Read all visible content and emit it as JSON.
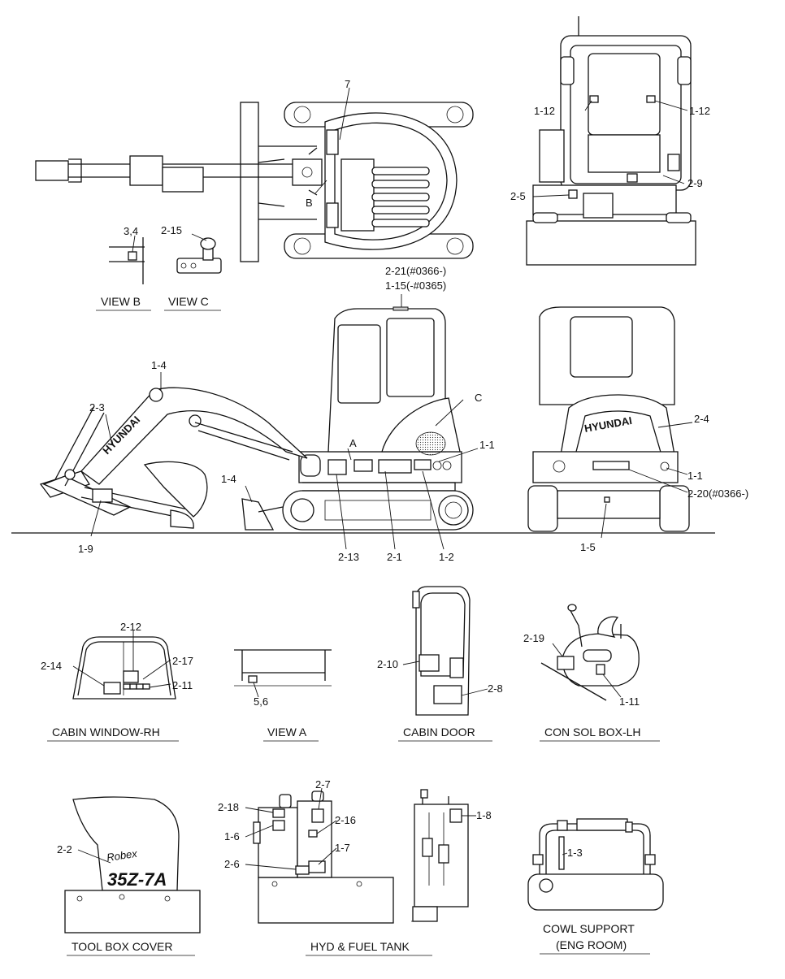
{
  "labels": {
    "cab_top_7": "7",
    "view_b_marker": "B",
    "view_b_part": "3,4",
    "view_c_part": "2-15",
    "rear_1_12_left": "1-12",
    "rear_1_12_right": "1-12",
    "rear_2_9": "2-9",
    "rear_2_5": "2-5",
    "top_2_21": "2-21(#0366-)",
    "top_1_15": "1-15(-#0365)",
    "side_1_4_top": "1-4",
    "side_2_3": "2-3",
    "side_c": "C",
    "side_a": "A",
    "side_1_1": "1-1",
    "side_1_4_bottom": "1-4",
    "side_1_9": "1-9",
    "side_2_13": "2-13",
    "side_2_1": "2-1",
    "side_1_2": "1-2",
    "back_2_4": "2-4",
    "back_1_1": "1-1",
    "back_2_20": "2-20(#0366-)",
    "back_1_5": "1-5",
    "cw_2_12": "2-12",
    "cw_2_14": "2-14",
    "cw_2_17": "2-17",
    "cw_2_11": "2-11",
    "va_5_6": "5,6",
    "cd_2_10": "2-10",
    "cd_2_8": "2-8",
    "cs_2_19": "2-19",
    "cs_1_11": "1-11",
    "tb_2_2": "2-2",
    "hy_2_7": "2-7",
    "hy_2_18": "2-18",
    "hy_2_16": "2-16",
    "hy_1_6": "1-6",
    "hy_1_7": "1-7",
    "hy_2_6": "2-6",
    "hy_1_8": "1-8",
    "co_1_3": "1-3"
  },
  "titles": {
    "view_b": "VIEW B",
    "view_c": "VIEW C",
    "cabin_window": "CABIN WINDOW-RH",
    "view_a": "VIEW A",
    "cabin_door": "CABIN DOOR",
    "con_sol_box": "CON SOL BOX-LH",
    "tool_box_cover": "TOOL BOX COVER",
    "hyd_fuel_tank": "HYD & FUEL TANK",
    "cowl_support_1": "COWL SUPPORT",
    "cowl_support_2": "(ENG ROOM)"
  },
  "branding": {
    "boom_text": "HYUNDAI",
    "rear_text": "HYUNDAI",
    "script_text": "Robex",
    "model_text": "35Z-7A"
  }
}
